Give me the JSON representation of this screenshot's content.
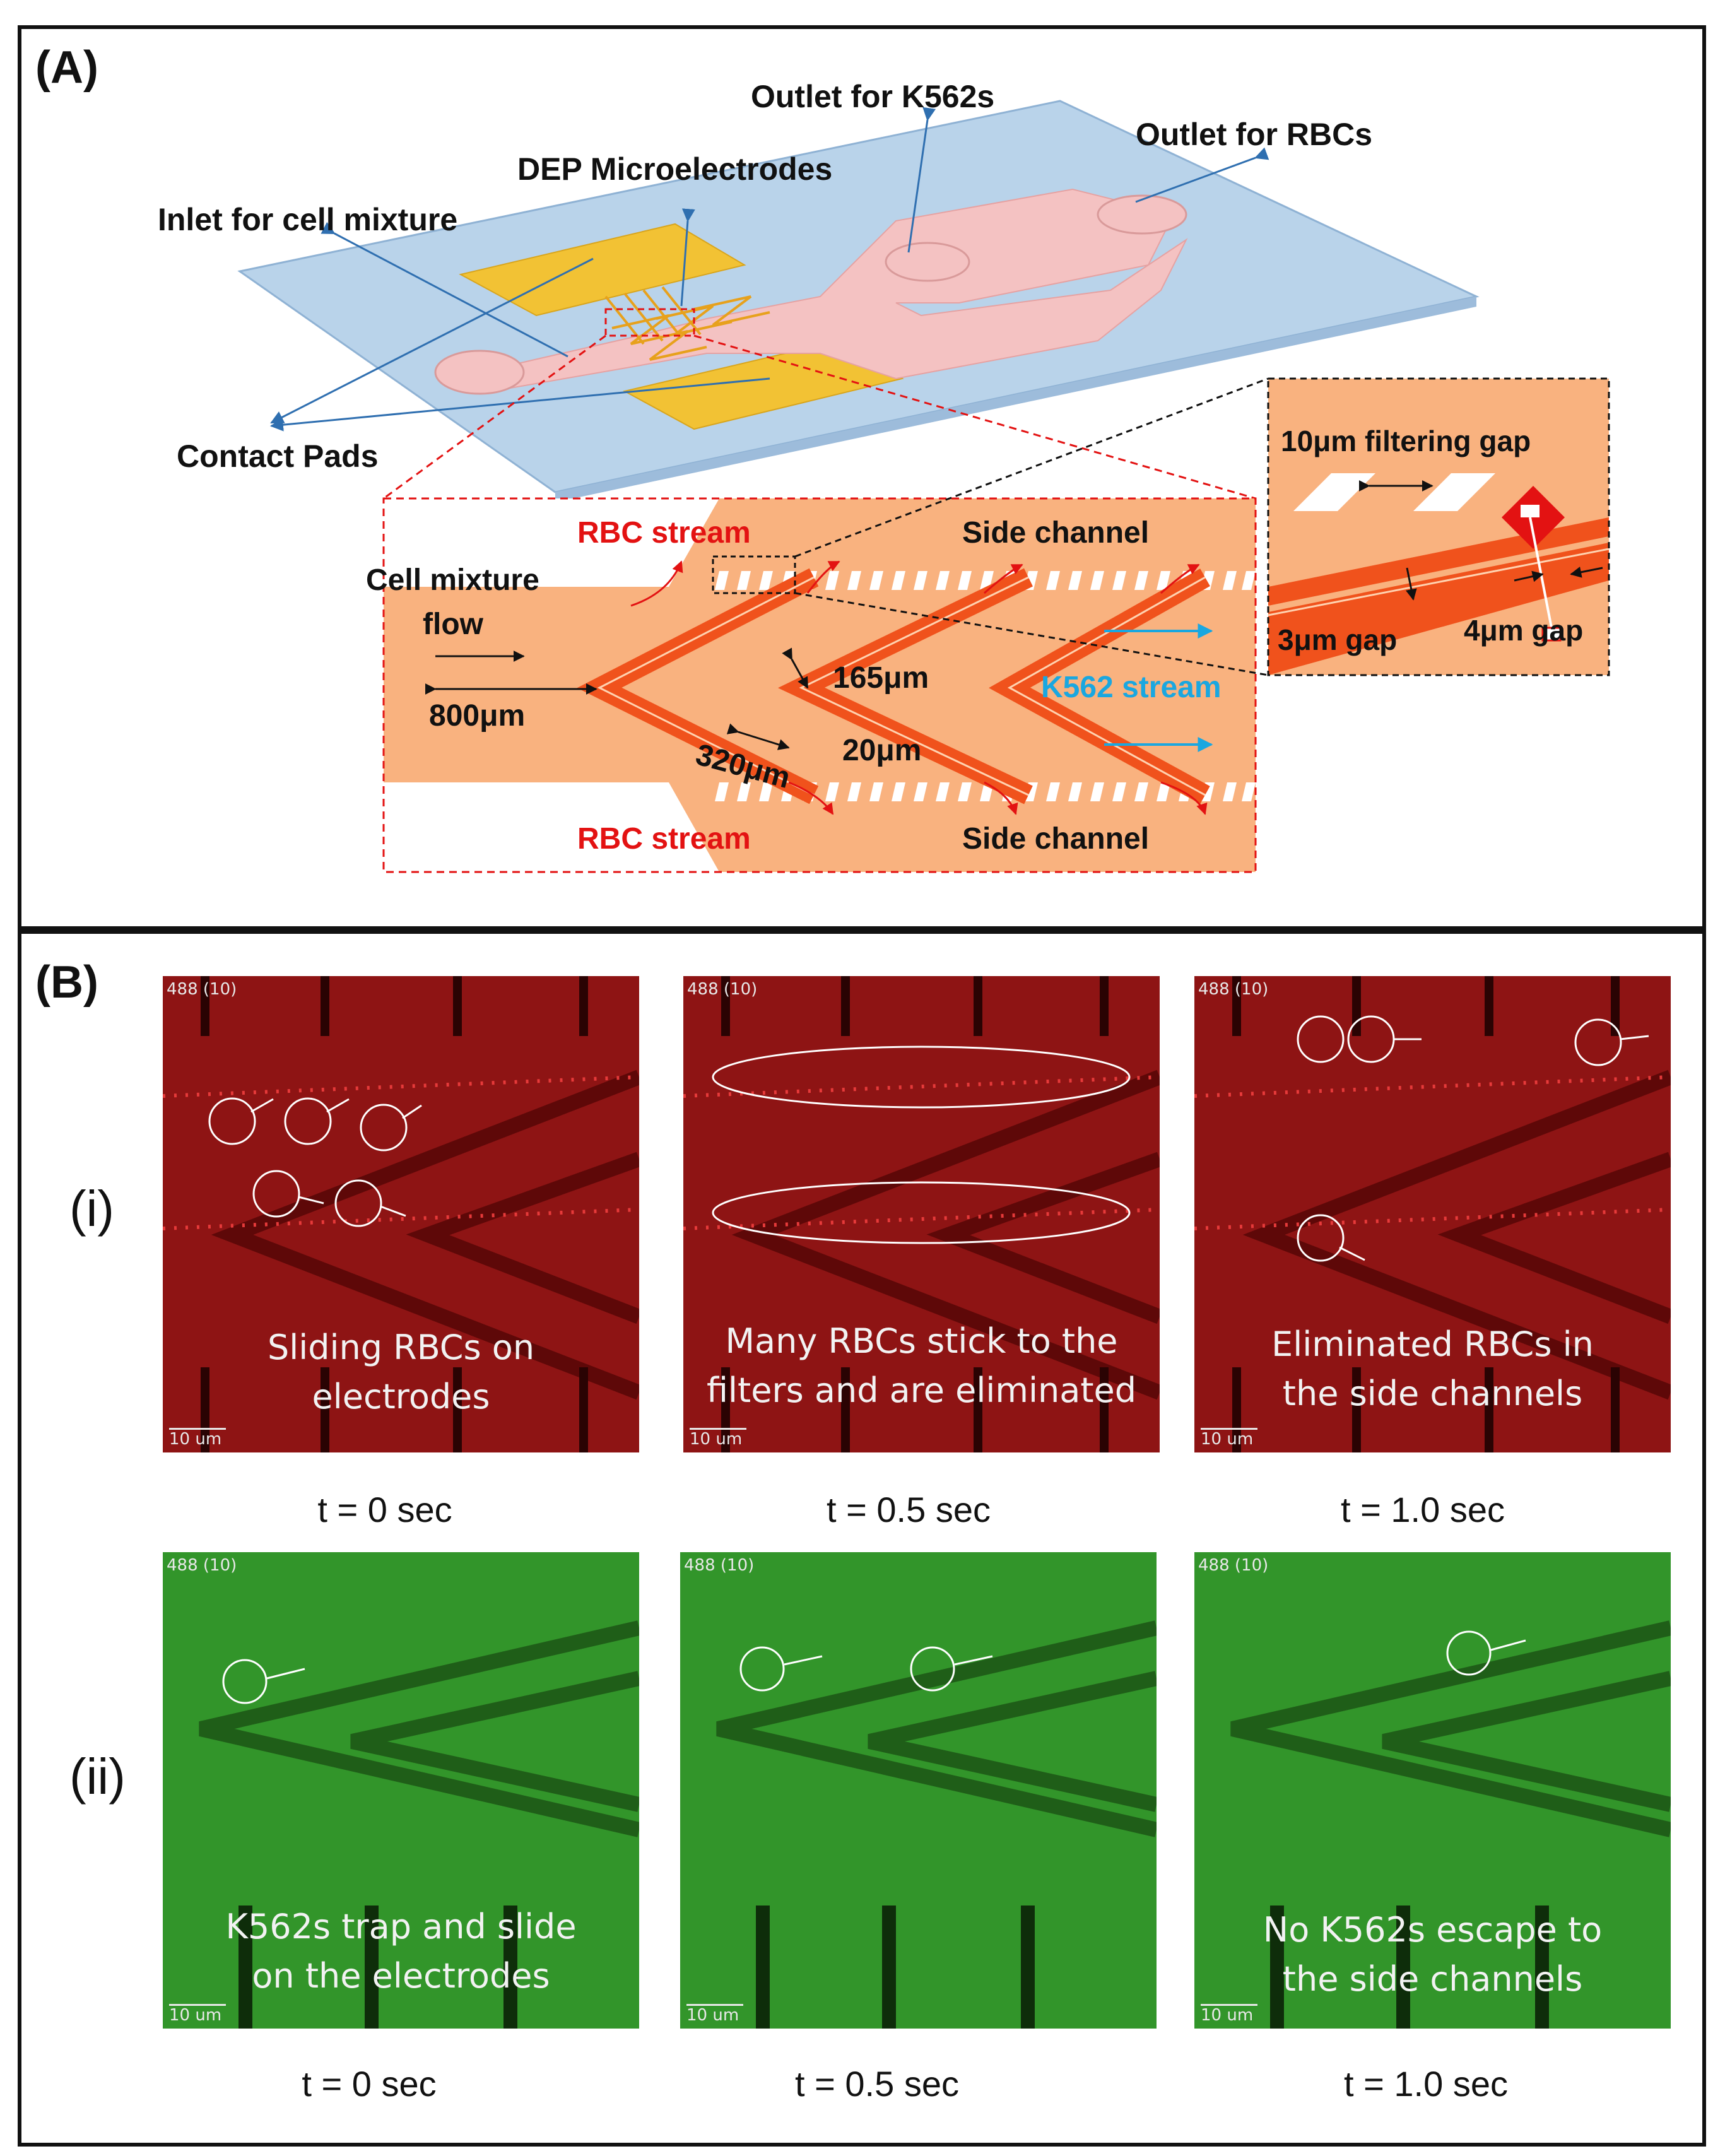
{
  "panel_a": {
    "label": "(A)",
    "outlet_k562": "Outlet for K562s",
    "outlet_rbc": "Outlet for RBCs",
    "dep_electrodes": "DEP Microelectrodes",
    "inlet": "Inlet for cell mixture",
    "contact_pads": "Contact Pads",
    "zoom": {
      "rbc_stream_top": "RBC stream",
      "side_channel_top": "Side channel",
      "cell_mixture_1": "Cell mixture",
      "cell_mixture_2": "flow",
      "dim_165": "165μm",
      "k562_stream": "K562 stream",
      "dim_800": "800μm",
      "dim_320": "320μm",
      "dim_20": "20μm",
      "rbc_stream_bottom": "RBC stream",
      "side_channel_bottom": "Side channel"
    },
    "inset": {
      "filter_gap": "10μm filtering gap",
      "gap_3": "3μm gap",
      "gap_4": "4μm gap"
    }
  },
  "panel_b": {
    "label": "(B)",
    "row_i": "(i)",
    "row_ii": "(ii)",
    "tag": "488 (10)",
    "scale": "10 um",
    "red_frames": [
      {
        "line1": "Sliding RBCs on",
        "line2": "electrodes",
        "time": "t = 0 sec"
      },
      {
        "line1": "Many RBCs stick to the",
        "line2": "filters and are eliminated",
        "time": "t = 0.5 sec"
      },
      {
        "line1": "Eliminated RBCs in",
        "line2": "the side channels",
        "time": "t = 1.0 sec"
      }
    ],
    "green_frames": [
      {
        "line1": "K562s trap and slide",
        "line2": "on the electrodes",
        "time": "t = 0 sec"
      },
      {
        "line1": "",
        "line2": "",
        "time": "t = 0.5 sec"
      },
      {
        "line1": "No K562s escape to",
        "line2": "the side channels",
        "time": "t = 1.0 sec"
      }
    ]
  },
  "colors": {
    "glass": "#b9d3ea",
    "channel": "#f4c2c2",
    "pad": "#f2c234",
    "zoom_bg": "#f9b27f",
    "electrode": "#f0521c",
    "rbc_text": "#ff1a1a",
    "k562_text": "#1aa7e0",
    "red_micro": "#8a1212",
    "green_micro": "#2d8c25"
  }
}
